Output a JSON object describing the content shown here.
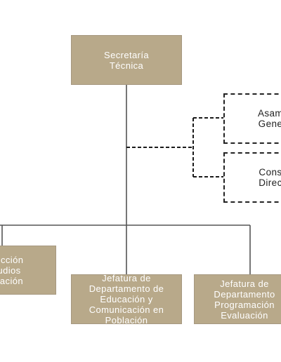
{
  "colors": {
    "box_fill": "#b8a98a",
    "solid_line": "#555555",
    "dashed_line": "#1a1a1a",
    "box_text": "#ffffff"
  },
  "nodes": {
    "secretaria": {
      "label": [
        "Secretaría",
        "Técnica"
      ]
    },
    "asamblea": {
      "label": [
        "Asam",
        "Gene"
      ]
    },
    "consejo": {
      "label": [
        "Cons",
        "Direc"
      ]
    },
    "direccion": {
      "label": [
        "rección",
        "tudios",
        "blación"
      ]
    },
    "jefatura_educacion": {
      "label": [
        "Jefatura de",
        "Departamento de",
        "Educación y",
        "Comunicación en",
        "Población"
      ]
    },
    "jefatura_programacion": {
      "label": [
        "Jefatura de",
        "Departamento",
        "Programación",
        "Evaluación"
      ]
    }
  }
}
